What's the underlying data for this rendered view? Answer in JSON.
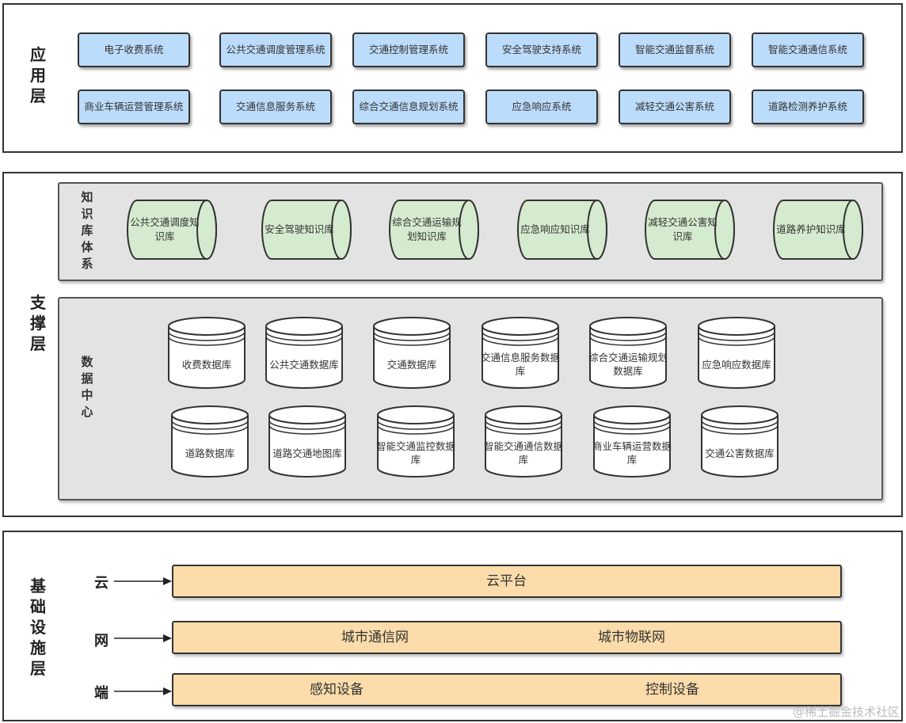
{
  "application_layer": {
    "title": "应用层",
    "systems": [
      "电子收费系统",
      "公共交通调度管理系统",
      "交通控制管理系统",
      "安全驾驶支持系统",
      "智能交通监督系统",
      "智能交通通信系统",
      "商业车辆运营管理系统",
      "交通信息服务系统",
      "综合交通信息规划系统",
      "应急响应系统",
      "减轻交通公害系统",
      "道路检测养护系统"
    ]
  },
  "support_layer": {
    "title": "支撑层",
    "knowledge_base": {
      "title": "知识库体系",
      "items": [
        "公共交通调度知识库",
        "安全驾驶知识库",
        "综合交通运输规划知识库",
        "应急响应知识库",
        "减轻交通公害知识库",
        "道路养护知识库"
      ]
    },
    "data_center": {
      "title": "数据中心",
      "databases": [
        "收费数据库",
        "公共交通数据库",
        "交通数据库",
        "交通信息服务数据库",
        "综合交通运输规划数据库",
        "应急响应数据库",
        "道路数据库",
        "道路交通地图库",
        "智能交通监控数据库",
        "智能交通通信数据库",
        "商业车辆运营数据库",
        "交通公害数据库"
      ]
    }
  },
  "infrastructure_layer": {
    "title": "基础设施层",
    "rows": [
      {
        "label": "云",
        "items": [
          "云平台"
        ]
      },
      {
        "label": "网",
        "items": [
          "城市通信网",
          "城市物联网"
        ]
      },
      {
        "label": "端",
        "items": [
          "感知设备",
          "控制设备"
        ]
      }
    ]
  },
  "watermark": "@稀土掘金技术社区",
  "colors": {
    "system_box": "#bcdcfb",
    "knowledge_base": "#d5ebcf",
    "panel": "#e3e3e3",
    "infra_bar": "#fbdcaa"
  }
}
